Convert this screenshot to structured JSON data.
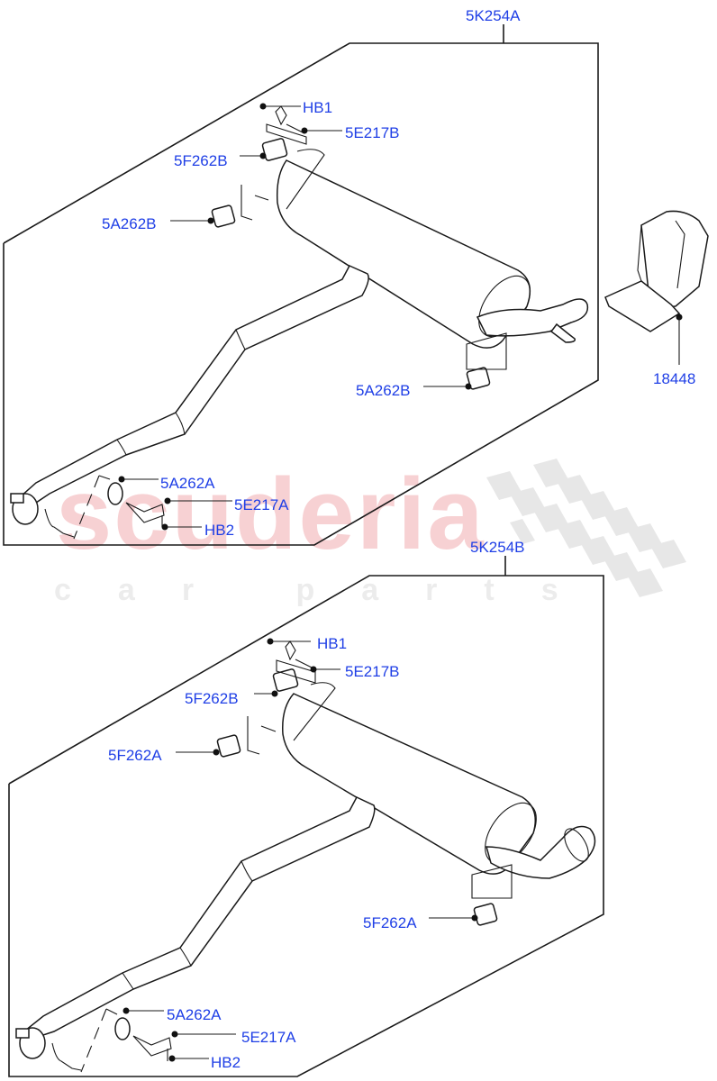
{
  "diagram": {
    "type": "exploded parts diagram",
    "subject": "exhaust system rear muffler assemblies",
    "watermark": {
      "main": "scuderia",
      "sub": "car parts",
      "main_color": "#f6c9cc",
      "sub_color": "#ececec"
    },
    "label_color": "#1f3fe6",
    "assemblies": [
      {
        "id": "upper",
        "callout": "5K254A",
        "parts": [
          {
            "label": "HB1"
          },
          {
            "label": "5E217B"
          },
          {
            "label": "5F262B"
          },
          {
            "label": "5A262B"
          },
          {
            "label": "5A262B"
          },
          {
            "label": "5A262A"
          },
          {
            "label": "5E217A"
          },
          {
            "label": "HB2"
          }
        ]
      },
      {
        "id": "heat-shield",
        "callout": "18448"
      },
      {
        "id": "lower",
        "callout": "5K254B",
        "parts": [
          {
            "label": "HB1"
          },
          {
            "label": "5E217B"
          },
          {
            "label": "5F262B"
          },
          {
            "label": "5F262A"
          },
          {
            "label": "5F262A"
          },
          {
            "label": "5A262A"
          },
          {
            "label": "5E217A"
          },
          {
            "label": "HB2"
          }
        ]
      }
    ]
  }
}
